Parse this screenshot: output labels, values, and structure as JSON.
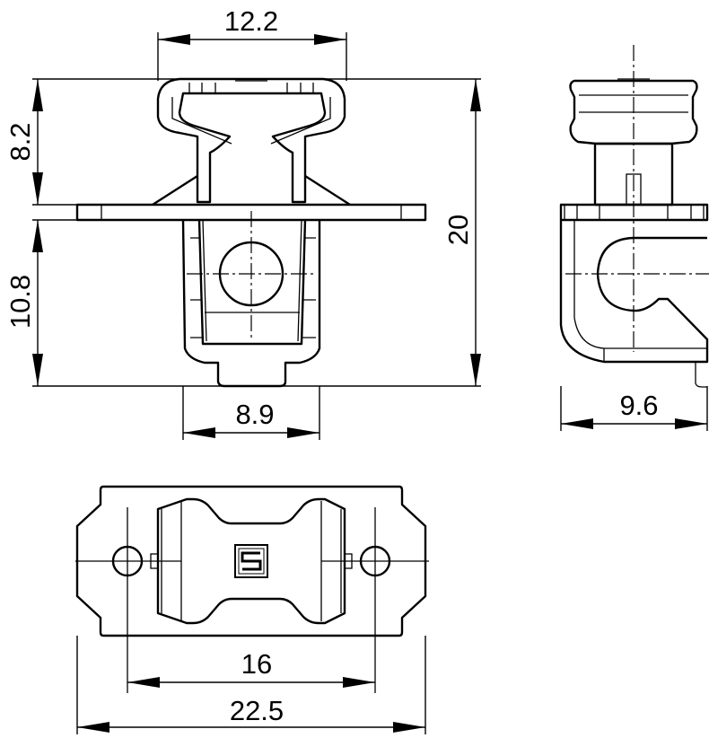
{
  "dimensions": {
    "knob_width": "12.2",
    "knob_height": "8.2",
    "total_height": "20",
    "body_height": "10.8",
    "body_width": "8.9",
    "side_depth": "9.6",
    "hole_spacing": "16",
    "flange_width": "22.5"
  },
  "logo": {
    "letter": "S"
  },
  "colors": {
    "line": "#000000",
    "background": "#ffffff"
  }
}
